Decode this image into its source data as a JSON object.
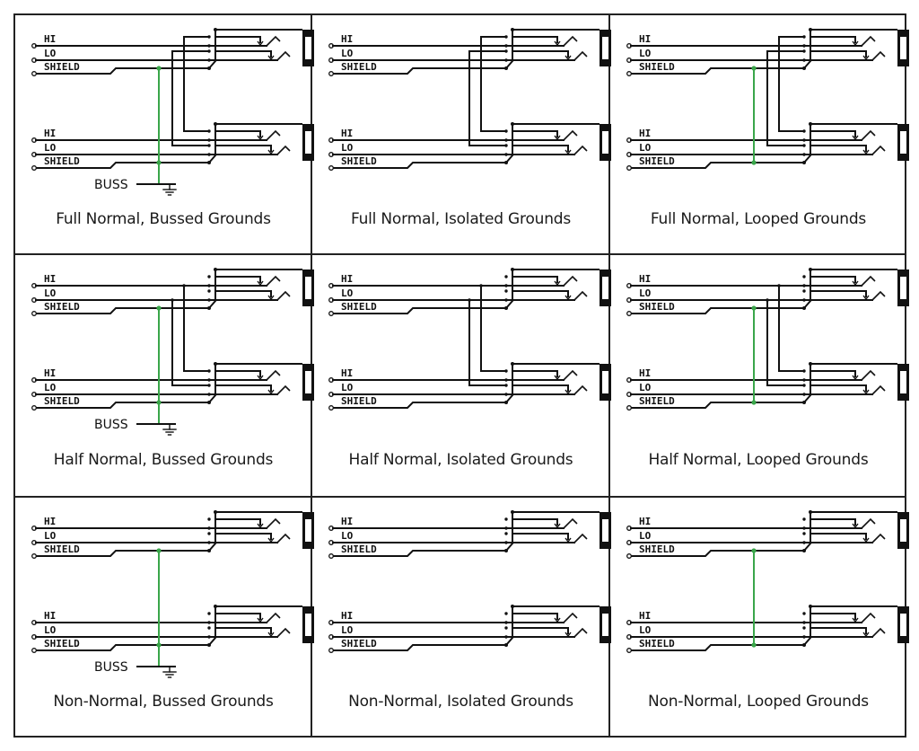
{
  "figure": {
    "rows": [
      "Full Normal",
      "Half Normal",
      "Non-Normal"
    ],
    "columns": [
      "Bussed Grounds",
      "Isolated Grounds",
      "Looped Grounds"
    ],
    "wire_labels": [
      "HI",
      "LO",
      "SHIELD"
    ],
    "buss_label": "BUSS",
    "ground_color": "#3aa64a",
    "wire_color": "#111111",
    "panels": [
      {
        "caption": "Full Normal, Bussed Grounds",
        "normal": "full",
        "ground": "bussed"
      },
      {
        "caption": "Full Normal, Isolated Grounds",
        "normal": "full",
        "ground": "isolated"
      },
      {
        "caption": "Full Normal, Looped Grounds",
        "normal": "full",
        "ground": "looped"
      },
      {
        "caption": "Half Normal, Bussed Grounds",
        "normal": "half",
        "ground": "bussed"
      },
      {
        "caption": "Half Normal, Isolated Grounds",
        "normal": "half",
        "ground": "isolated"
      },
      {
        "caption": "Half Normal, Looped Grounds",
        "normal": "half",
        "ground": "looped"
      },
      {
        "caption": "Non-Normal, Bussed Grounds",
        "normal": "none",
        "ground": "bussed"
      },
      {
        "caption": "Non-Normal, Isolated Grounds",
        "normal": "none",
        "ground": "isolated"
      },
      {
        "caption": "Non-Normal, Looped Grounds",
        "normal": "none",
        "ground": "looped"
      }
    ]
  }
}
